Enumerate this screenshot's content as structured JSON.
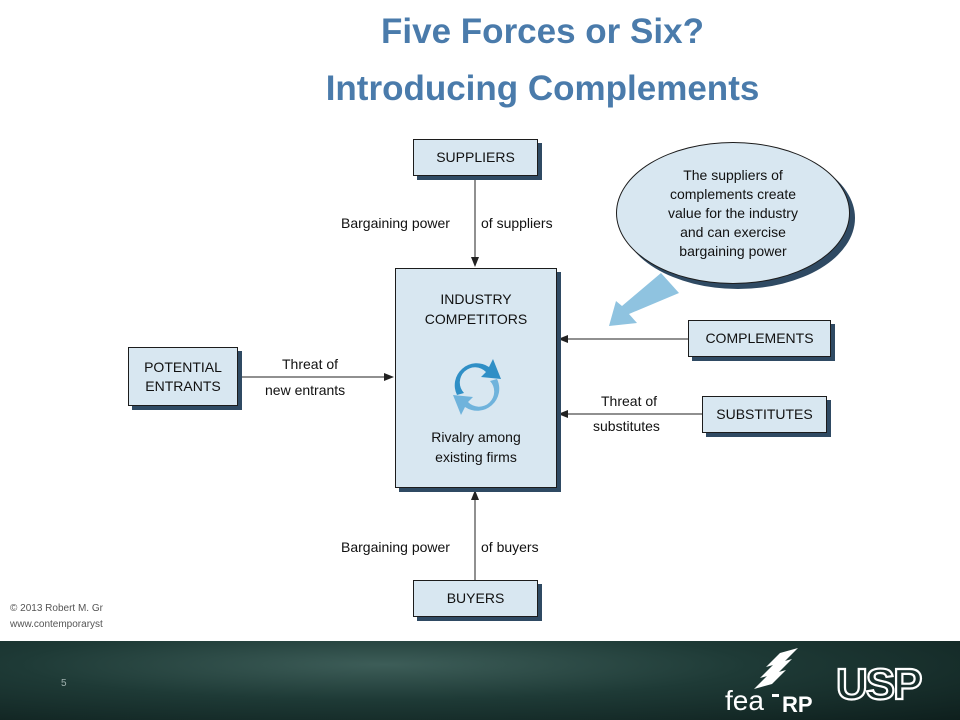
{
  "title_line1": "Five Forces or Six?",
  "title_line2": "Introducing Complements",
  "boxes": {
    "suppliers": "SUPPLIERS",
    "potential_entrants": "POTENTIAL ENTRANTS",
    "complements": "COMPLEMENTS",
    "substitutes": "SUBSTITUTES",
    "buyers": "BUYERS"
  },
  "industry": {
    "title": "INDUSTRY COMPETITORS",
    "rivalry": "Rivalry among existing firms"
  },
  "labels": {
    "bp_suppliers_left": "Bargaining power",
    "bp_suppliers_right": "of suppliers",
    "threat_entrants_1": "Threat of",
    "threat_entrants_2": "new entrants",
    "threat_subs_1": "Threat of",
    "threat_subs_2": "substitutes",
    "bp_buyers_left": "Bargaining power",
    "bp_buyers_right": "of buyers"
  },
  "callout": "The suppliers of complements create value for the industry and can exercise bargaining power",
  "copyright_line1": "© 2013 Robert M. Gr",
  "copyright_line2": "www.contemporaryst",
  "page_number": "5",
  "logos": {
    "fea": "fea",
    "rp": "RP",
    "usp": "USP"
  }
}
